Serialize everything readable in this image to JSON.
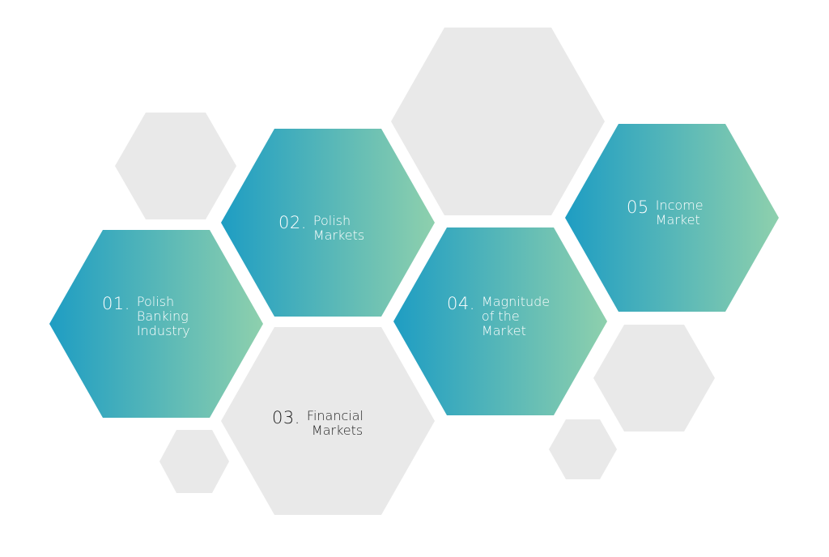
{
  "colors": {
    "gradient_start": "#1e9dc3",
    "gradient_end": "#8ed0ad",
    "grey_hex": "#e9e9e9",
    "light_text": "#ffffff",
    "dark_text": "#1e1e1e"
  },
  "items": [
    {
      "number": "01.",
      "lines": [
        "Polish",
        "Banking",
        "Industry"
      ]
    },
    {
      "number": "02.",
      "lines": [
        "Polish",
        "Markets"
      ]
    },
    {
      "number": "03.",
      "lines": [
        "Financial",
        "Markets"
      ]
    },
    {
      "number": "04.",
      "lines": [
        "Magnitude",
        "of the",
        "Market"
      ]
    },
    {
      "number": "05",
      "lines": [
        "Income",
        "Market"
      ]
    }
  ]
}
